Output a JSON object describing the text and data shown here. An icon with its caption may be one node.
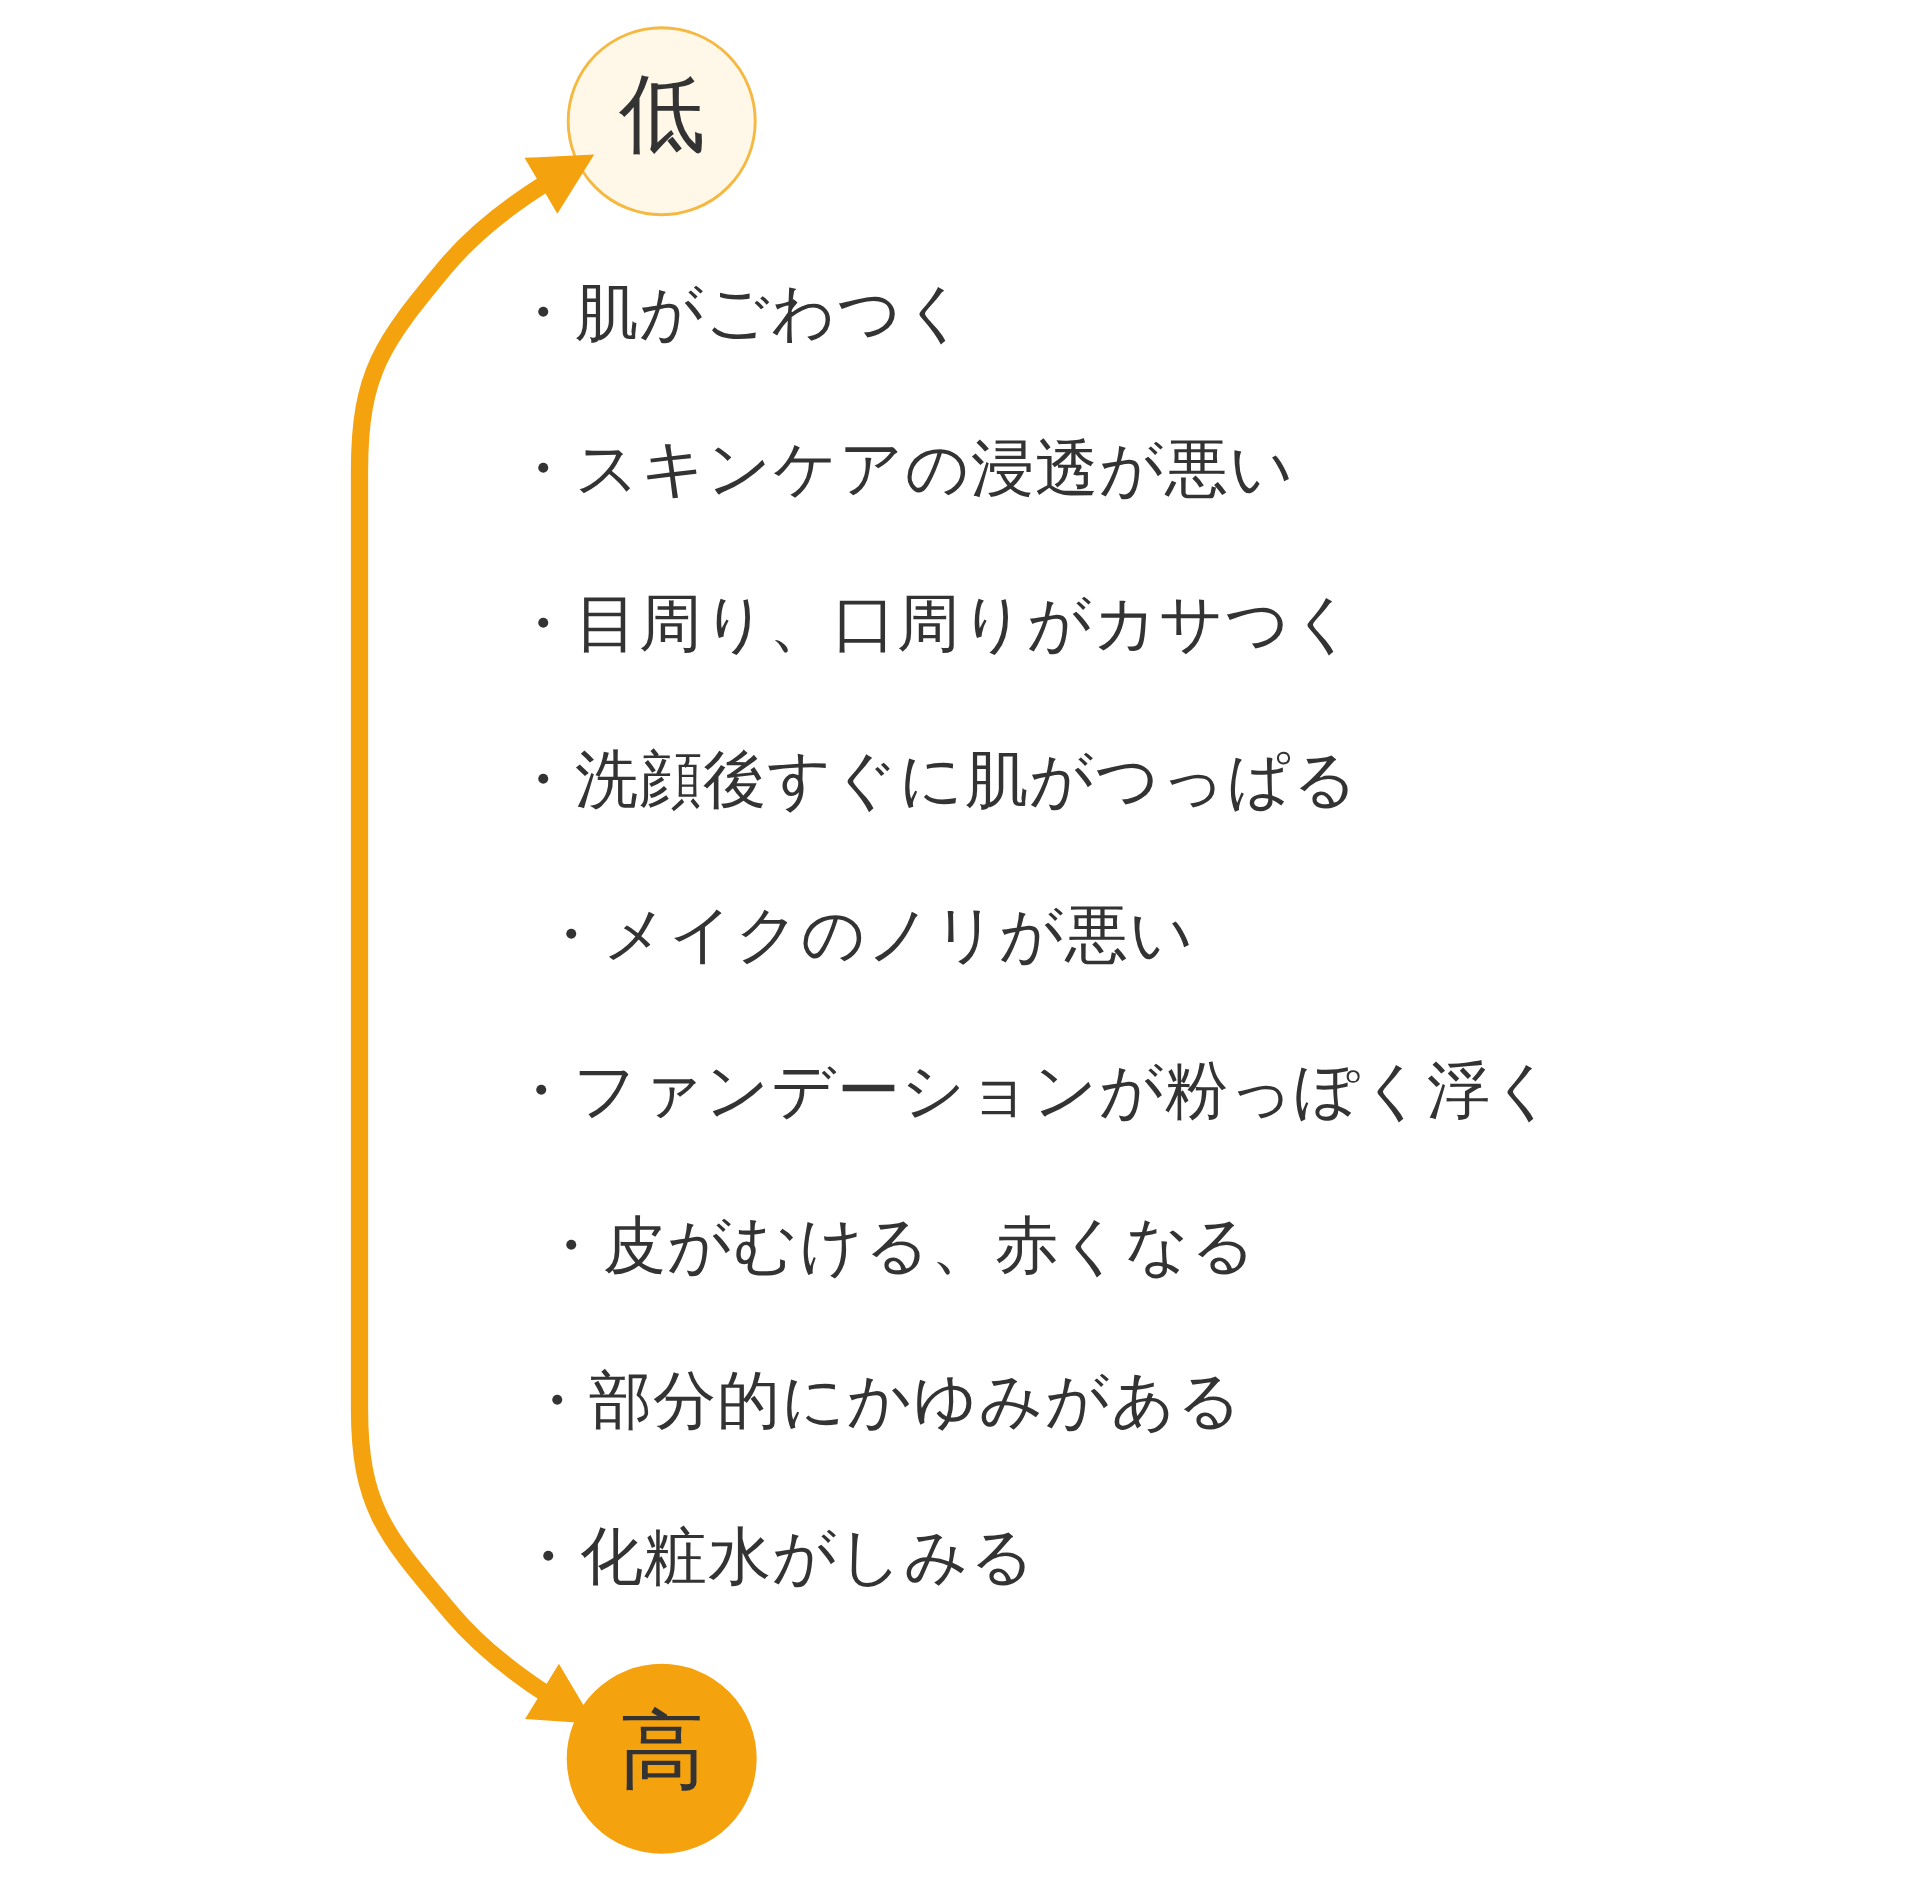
{
  "diagram": {
    "nodes": [
      {
        "text": [
          "低"
        ]
      },
      {
        "text": [
          "高"
        ]
      }
    ],
    "edges": [
      {
        "from": 0,
        "to": 1,
        "arrow": "both"
      }
    ],
    "labels": [
      "・肌がごわつく",
      "・スキンケアの浸透が悪い",
      "・目周り、口周りがカサつく",
      "・洗顔後すぐに肌がつっぱる",
      "・メイクのノリが悪い",
      "・ファンデーションが粉っぽく浮く",
      "・皮がむける、赤くなる",
      "・部分的にかゆみがある",
      "・化粧水がしみる"
    ]
  }
}
